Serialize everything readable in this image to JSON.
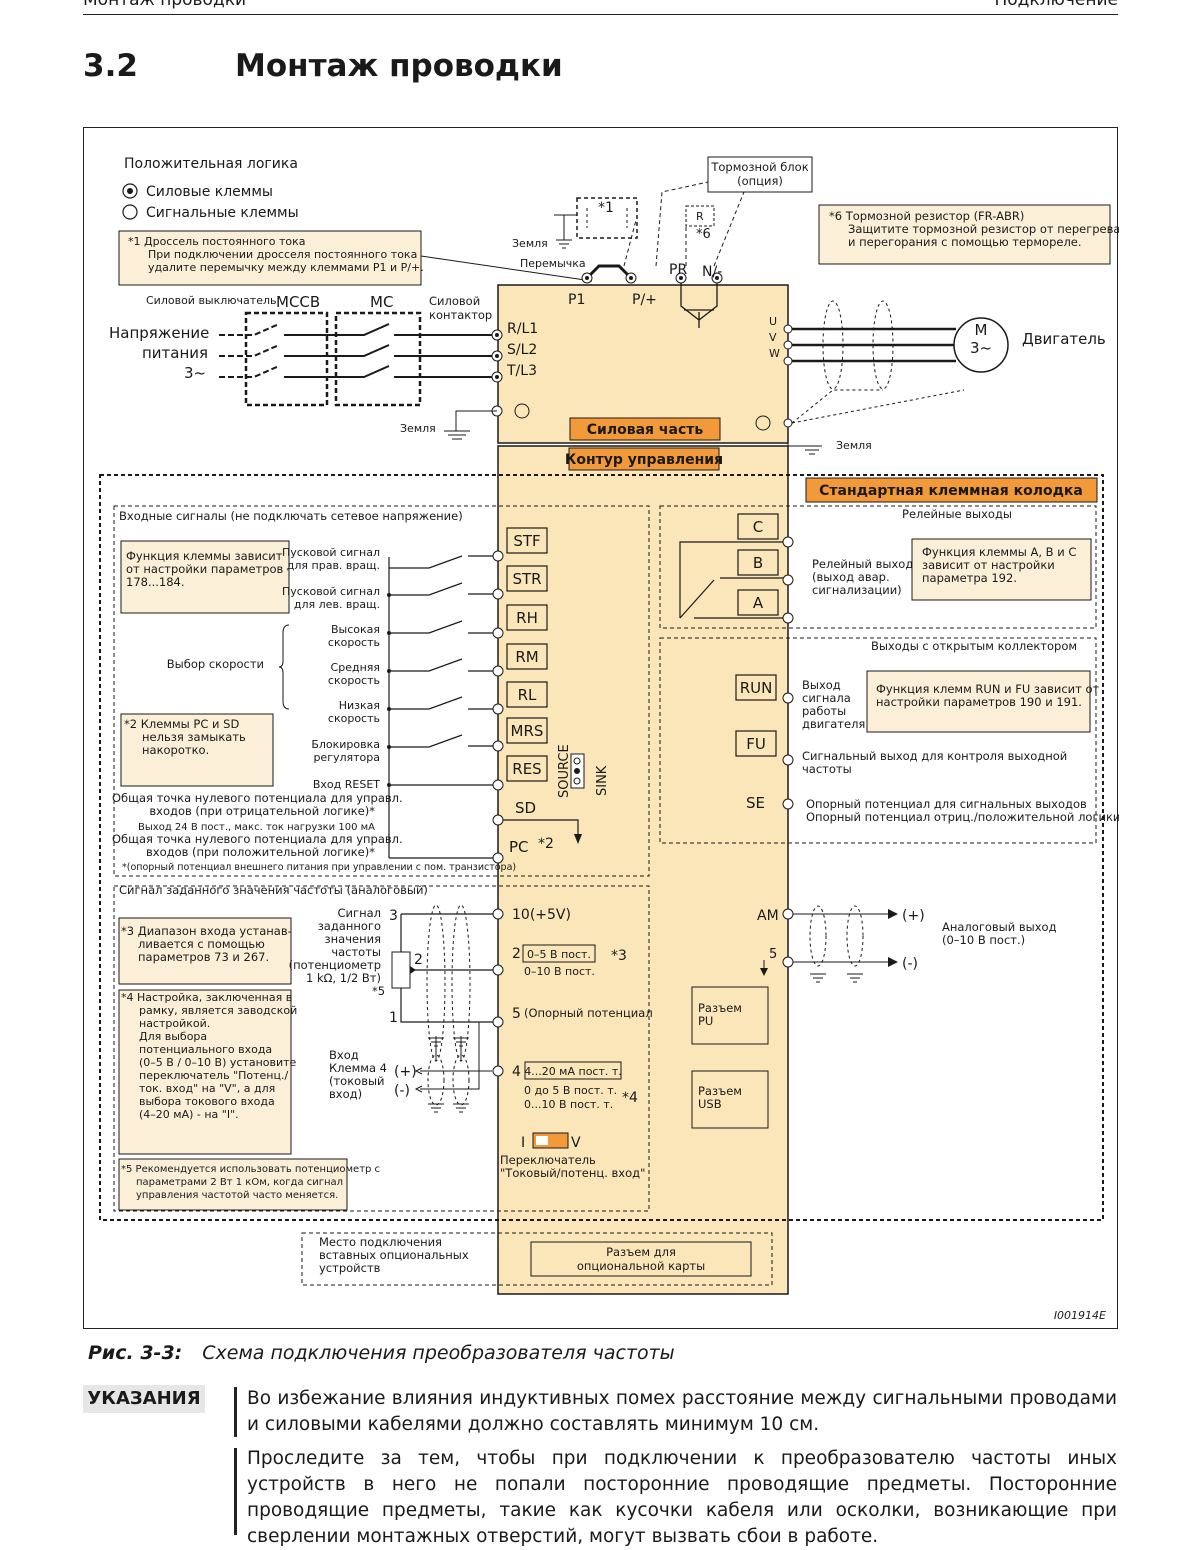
{
  "header": {
    "left": "Монтаж проводки",
    "right": "Подключение"
  },
  "section": {
    "number": "3.2",
    "title": "Монтаж проводки"
  },
  "diagram": {
    "legend_title": "Положительная логика",
    "legend_power": "Силовые клеммы",
    "legend_signal": "Сигнальные клеммы",
    "note1_l1": "*1  Дроссель постоянного тока",
    "note1_l2": "При подключении дросселя постоянного тока",
    "note1_l3": "удалите перемычку между клеммами P1 и P/+.",
    "brake_unit_l1": "Тормозной блок",
    "brake_unit_l2": "(опция)",
    "star1": "*1",
    "star6": "*6",
    "r_label": "R",
    "note6_l1": "*6 Тормозной резистор (FR-ABR)",
    "note6_l2": "Защитите тормозной резистор от перегрева",
    "note6_l3": "и перегорания с помощью термореле.",
    "earth": "Земля",
    "jumper": "Перемычка",
    "p1": "P1",
    "pplus": "P/+",
    "pr": "PR",
    "nminus": "N/-",
    "breaker": "Силовой выключатель",
    "mccb": "MCCB",
    "mc": "MC",
    "contactor_l1": "Силовой",
    "contactor_l2": "контактор",
    "supply_l1": "Напряжение",
    "supply_l2": "питания",
    "supply_l3": "3~",
    "rl1": "R/L1",
    "sl2": "S/L2",
    "tl3": "T/L3",
    "u": "U",
    "v": "V",
    "w": "W",
    "motor_m": "M",
    "motor_3": "3~",
    "motor_label": "Двигатель",
    "power_part": "Силовая часть",
    "control_circuit": "Контур управления",
    "std_block": "Стандартная клеммная колодка",
    "inputs_title": "Входные сигналы (не подключать сетевое напряжение)",
    "func_note_l1": "Функция клеммы зависит",
    "func_note_l2": "от настройки параметров",
    "func_note_l3": "178...184.",
    "start_fwd_l1": "Пусковой сигнал",
    "start_fwd_l2": "для прав. вращ.",
    "start_rev_l1": "Пусковой сигнал",
    "start_rev_l2": "для лев. вращ.",
    "high_l1": "Высокая",
    "high_l2": "скорость",
    "mid_l1": "Средняя",
    "mid_l2": "скорость",
    "low_l1": "Низкая",
    "low_l2": "скорость",
    "speed_select": "Выбор скорости",
    "block_l1": "Блокировка",
    "block_l2": "регулятора",
    "reset_in": "Вход RESET",
    "note2_l1": "*2  Клеммы PC и SD",
    "note2_l2": "нельзя замыкать",
    "note2_l3": "накоротко.",
    "common_neg_l1": "Общая точка нулевого потенциала для управл.",
    "common_neg_l2": "входов (при отрицательной логике)*",
    "out24": "Выход 24 В пост., макс. ток нагрузки 100 мА",
    "common_pos_l1": "Общая точка нулевого потенциала для управл.",
    "common_pos_l2": "входов (при положительной логике)*",
    "ext_note": "*(опорный потенциал внешнего питания при управлении с пом. транзистора)",
    "t_stf": "STF",
    "t_str": "STR",
    "t_rh": "RH",
    "t_rm": "RM",
    "t_rl": "RL",
    "t_mrs": "MRS",
    "t_res": "RES",
    "t_sd": "SD",
    "t_pc": "PC",
    "star2": "*2",
    "source": "SOURCE",
    "sink": "SINK",
    "relay_title": "Релейные выходы",
    "t_c": "C",
    "t_b": "B",
    "t_a": "A",
    "relay_out_l1": "Релейный выход",
    "relay_out_l2": "(выход авар.",
    "relay_out_l3": "сигнализации)",
    "relay_note_l1": "Функция клеммы A, B и C",
    "relay_note_l2": "зависит от настройки",
    "relay_note_l3": "параметра 192.",
    "oc_title": "Выходы с открытым коллектором",
    "t_run": "RUN",
    "t_fu": "FU",
    "t_se": "SE",
    "run_out_l1": "Выход",
    "run_out_l2": "сигнала",
    "run_out_l3": "работы",
    "run_out_l4": "двигателя",
    "run_note_l1": "Функция клемм RUN и FU зависит от",
    "run_note_l2": "настройки параметров 190 и 191.",
    "fu_out_l1": "Сигнальный выход для контроля выходной",
    "fu_out_l2": "частоты",
    "se_out_l1": "Опорный потенциал для сигнальных выходов",
    "se_out_l2": "Опорный потенциал отриц./положительной логики",
    "analog_title": "Сигнал заданного значения частоты (аналоговый)",
    "note3_l1": "*3  Диапазон входа устанав-",
    "note3_l2": "ливается с помощью",
    "note3_l3": "параметров 73 и 267.",
    "note4_l1": "*4  Настройка, заключенная в",
    "note4_l2": "рамку, является заводской",
    "note4_l3": "настройкой.",
    "note4_l4": "Для выбора",
    "note4_l5": "потенциального входа",
    "note4_l6": "(0–5 В / 0–10 В) установите",
    "note4_l7": "переключатель \"Потенц./",
    "note4_l8": "ток. вход\" на \"V\", а для",
    "note4_l9": "выбора токового входа",
    "note4_l10": "(4–20 мА) - на \"I\".",
    "note5_l1": "*5  Рекомендуется использовать потенциометр с",
    "note5_l2": "параметрами 2 Вт 1 кОм, когда сигнал",
    "note5_l3": "управления частотой часто меняется.",
    "setpoint_l1": "Сигнал",
    "setpoint_l2": "заданного",
    "setpoint_l3": "значения",
    "setpoint_l4": "частоты",
    "setpoint_l5": "(потенциометр",
    "setpoint_l6": "1 kΩ, 1/2 Вт)",
    "star5": "*5",
    "pin3": "3",
    "pin2": "2",
    "pin1": "1",
    "t_10": "10(+5V)",
    "t_2": "2",
    "t_5": "5",
    "t_4": "4",
    "range_05": "0–5 В пост.",
    "range_010": "0–10 В пост.",
    "star3": "*3",
    "ref_potential": "(Опорный потенциал",
    "range_420": "4...20 мА пост. т.",
    "range_0to5": "0 до 5 В пост. т.",
    "range_0to10": "0...10 В пост. т.",
    "star4": "*4",
    "in4_l1": "Вход",
    "in4_l2": "Клемма 4",
    "in4_l3": "(токовый",
    "in4_l4": "вход)",
    "plus": "(+)",
    "minus": "(-)",
    "sw_i": "I",
    "sw_v": "V",
    "sw_l1": "Переключатель",
    "sw_l2": "\"Токовый/потенц. вход\"",
    "t_am": "AM",
    "t_5r": "5",
    "analog_out_l1": "Аналоговый выход",
    "analog_out_l2": "(0–10 В пост.)",
    "pu_l1": "Разъем",
    "pu_l2": "PU",
    "usb_l1": "Разъем",
    "usb_l2": "USB",
    "opt_place_l1": "Место подключения",
    "opt_place_l2": "вставных опциональных",
    "opt_place_l3": "устройств",
    "opt_card_l1": "Разъем для",
    "opt_card_l2": "опциональной карты",
    "fig_id": "I001914E"
  },
  "caption": {
    "number": "Рис. 3-3:",
    "text": "Схема подключения преобразователя частоты"
  },
  "notes": {
    "tag": "УКАЗАНИЯ",
    "n1": "Во избежание влияния индуктивных помех расстояние между сигнальными проводами и силовыми кабелями должно составлять минимум 10 см.",
    "n2": "Проследите за тем, чтобы при подключении к преобразователю частоты иных устройств в него не попали посторонние проводящие предметы. Посторонние проводящие предметы, такие как кусочки кабеля или осколки, возникающие при сверлении монтажных отверстий, могут вызвать сбои в работе."
  },
  "colors": {
    "panel": "#fae6b8",
    "orange": "#f29a3a",
    "note_bg": "#fbefd8"
  }
}
